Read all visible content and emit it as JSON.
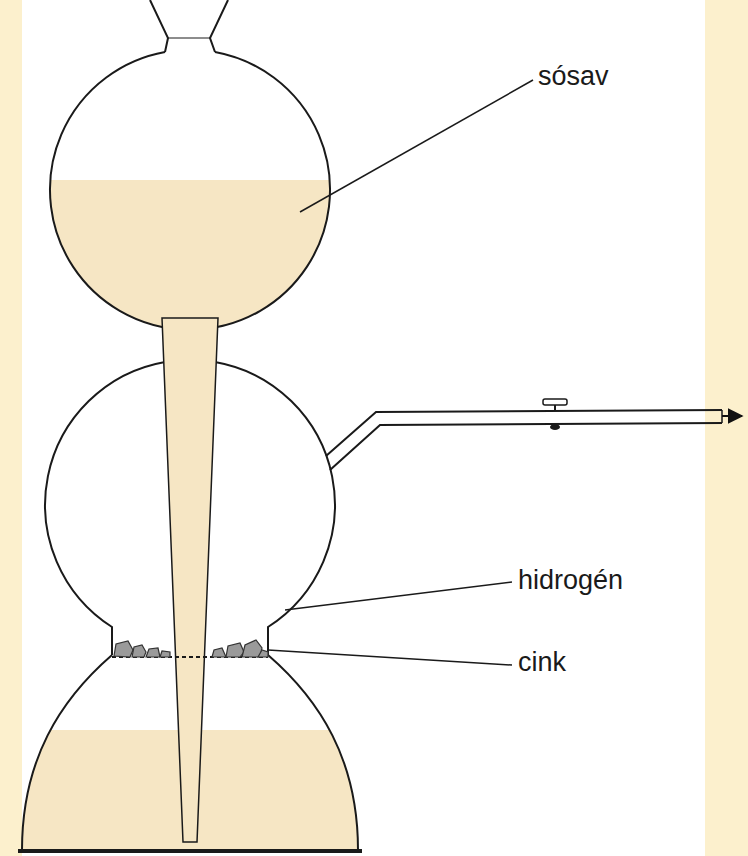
{
  "diagram": {
    "labels": [
      "sósav",
      "hidrogén",
      "cink"
    ]
  }
}
